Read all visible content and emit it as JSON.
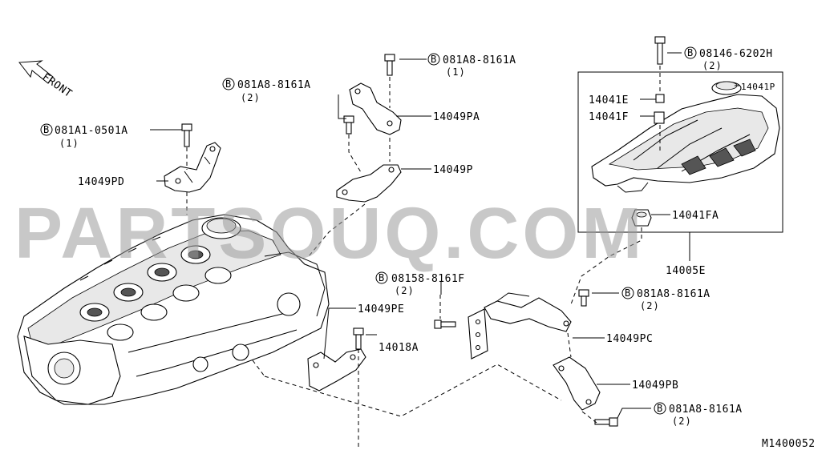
{
  "watermark": "PARTSOUQ.COM",
  "front_label": "FRONT",
  "diagram_code": "M1400052",
  "callouts": {
    "bolt_081A1_0501A": {
      "code": "081A1-0501A",
      "qty": "(1)"
    },
    "bolt_081A8_8161A_top": {
      "code": "081A8-8161A",
      "qty": "(1)"
    },
    "bolt_081A8_8161A_left": {
      "code": "081A8-8161A",
      "qty": "(2)"
    },
    "bolt_08146_6202H": {
      "code": "08146-6202H",
      "qty": "(2)"
    },
    "bolt_08158_8161F": {
      "code": "08158-8161F",
      "qty": "(2)"
    },
    "bolt_081A8_8161A_mid": {
      "code": "081A8-8161A",
      "qty": "(2)"
    },
    "bolt_081A8_8161A_bottom": {
      "code": "081A8-8161A",
      "qty": "(2)"
    }
  },
  "bolt_prefix": "B",
  "parts": {
    "p14049PD": "14049PD",
    "p14049PA": "14049PA",
    "p14049P": "14049P",
    "p14041P": "14041P",
    "p14041E": "14041E",
    "p14041F": "14041F",
    "p14041FA": "14041FA",
    "p14005E": "14005E",
    "p14049PE": "14049PE",
    "p14018A": "14018A",
    "p14049PC": "14049PC",
    "p14049PB": "14049PB"
  }
}
